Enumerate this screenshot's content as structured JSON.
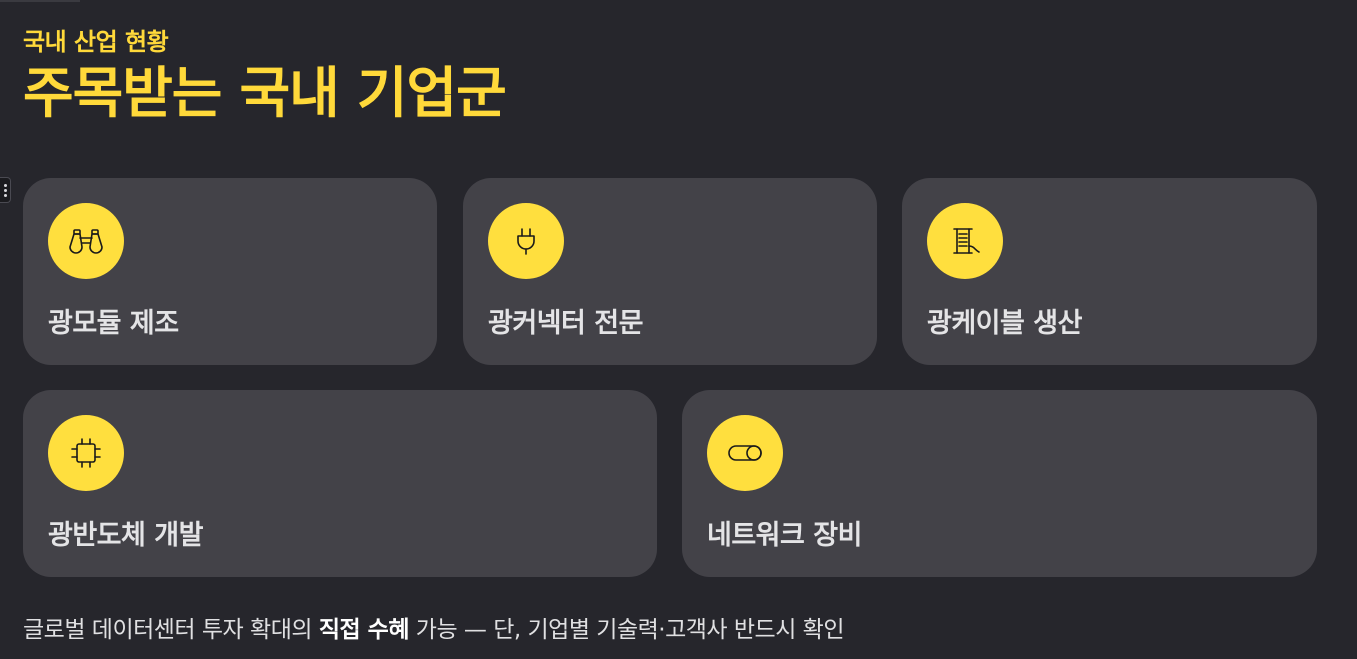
{
  "header": {
    "eyebrow": "국내 산업 현황",
    "title": "주목받는 국내 기업군"
  },
  "cards": [
    {
      "label": "광모듈 제조",
      "icon": "binoculars-icon"
    },
    {
      "label": "광커넥터 전문",
      "icon": "plug-icon"
    },
    {
      "label": "광케이블 생산",
      "icon": "spool-icon"
    },
    {
      "label": "광반도체 개발",
      "icon": "chip-icon"
    },
    {
      "label": "네트워크 장비",
      "icon": "toggle-icon"
    }
  ],
  "footnote": {
    "prefix": "글로벌 데이터센터 투자 확대의 ",
    "emphasis": "직접 수혜",
    "suffix": " 가능 — 단, 기업별 기술력·고객사 반드시 확인"
  },
  "colors": {
    "background": "#26262c",
    "card": "#434248",
    "accent": "#ffd93a",
    "icon_circle": "#ffdf3e"
  }
}
